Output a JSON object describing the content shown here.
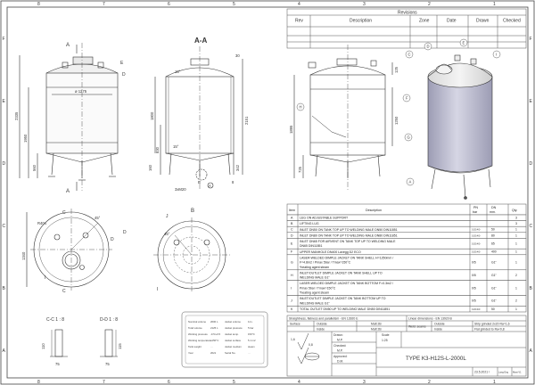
{
  "frame": {
    "columns": [
      "8",
      "7",
      "6",
      "5",
      "4",
      "3",
      "2",
      "1"
    ],
    "rows": [
      "F",
      "E",
      "D",
      "C",
      "B",
      "A"
    ]
  },
  "revisions": {
    "title": "Revisions",
    "headers": [
      "Rev",
      "Description",
      "Zone",
      "Date",
      "Drawn",
      "Checked"
    ]
  },
  "views": {
    "front": {
      "section_letter": "A",
      "diameter": "ø 1275",
      "dims": [
        "2335",
        "1950",
        "560"
      ],
      "callouts": [
        "E",
        "D"
      ]
    },
    "section": {
      "title": "A-A",
      "dims": [
        "1800",
        "2151",
        "830",
        "342",
        "30",
        "15°",
        "15°",
        "3xM20",
        "8",
        "160"
      ],
      "callouts": [
        "A",
        "B"
      ]
    },
    "side": {
      "dims": [
        "1895",
        "1250",
        "725",
        "125"
      ],
      "callouts": [
        "C",
        "D",
        "E",
        "F",
        "G",
        "H",
        "I",
        "A"
      ]
    },
    "plan": {
      "dims": [
        "1340",
        "R404",
        "45°"
      ],
      "callouts": [
        "C",
        "D",
        "D",
        "I",
        "C"
      ]
    },
    "detail_b": {
      "title": "B",
      "dims": [
        "45°"
      ],
      "callouts": [
        "J",
        "I"
      ]
    },
    "section_c": {
      "title": "C-C 1 : 8",
      "dims": [
        "110",
        "75"
      ]
    },
    "section_d": {
      "title": "D-D 1 : 8",
      "dims": [
        "115",
        "75"
      ]
    }
  },
  "nozzle_table": {
    "headers": [
      "Item",
      "Description",
      "PN bar",
      "DN mm.",
      "Qty."
    ],
    "rows": [
      {
        "item": "A",
        "desc": [
          "LEG ON ADJUSTABLE SUPPORT"
        ],
        "pn": "",
        "dn": "",
        "qty": "3"
      },
      {
        "item": "B",
        "desc": [
          "LIFTING LUG"
        ],
        "pn": "",
        "dn": "",
        "qty": "3"
      },
      {
        "item": "C",
        "desc": [
          "INLET DN50 ON TANK TOP UP TO WELDING MALE DN50 DIN11851"
        ],
        "pn": "0.2/0.4/0",
        "dn": "50",
        "qty": "1"
      },
      {
        "item": "D",
        "desc": [
          "INLET DN80 ON TANK TOP UP TO WELDING MALE DN80 DIN11851"
        ],
        "pn": "0.2/0.4/0",
        "dn": "80",
        "qty": "1"
      },
      {
        "item": "E",
        "desc": [
          "INLET DN65 FOR AIRVENT ON TANK TOP UP TO WELDING MALE",
          "DN65 DIN11851"
        ],
        "pn": "0.2/0.4/0",
        "dn": "65",
        "qty": "1"
      },
      {
        "item": "F",
        "desc": [
          "UPPER MANHOLE DN400 Lavegg D2 ECO"
        ],
        "pn": "0.2/0.4/0",
        "dn": "400",
        "qty": "1"
      },
      {
        "item": "G",
        "desc": [
          "LASER-WELDED DIMPLE JACKET ON TANK SHELL H=1250mm /",
          "F=4.8m2 / Pmax 5bar / Tmax=150°C",
          "*heating agent steam"
        ],
        "pn": "0/5",
        "dn": "G1\"",
        "qty": "1"
      },
      {
        "item": "H",
        "desc": [
          "INLET/OUTLET DIMPLE JACKET ON TANK SHELL UP TO",
          "WELDING MALE G1\""
        ],
        "pn": "0/5",
        "dn": "G1\"",
        "qty": "2"
      },
      {
        "item": "I",
        "desc": [
          "LASER-WELDED DIMPLE JACKET ON TANK BOTTOM F=0.3m2 /",
          "Pmax 5bar / Tmax=150°C",
          "*heating agent steam"
        ],
        "pn": "0/5",
        "dn": "G1\"",
        "qty": "1"
      },
      {
        "item": "J",
        "desc": [
          "INLET/OUTLET DIMPLE JACKET ON TANK BOTTOM UP TO",
          "WELDING MALE G1\""
        ],
        "pn": "0/5",
        "dn": "G1\"",
        "qty": "2"
      },
      {
        "item": "K",
        "desc": [
          "TOTAL OUTLET DN50 UP TO WELDING MALE DN50 DIN11851"
        ],
        "pn": "0.2/0.4/0",
        "dn": "50",
        "qty": "1"
      }
    ]
  },
  "title_block": {
    "tolerance_note": "Straightness, flatness and parallelism - EN 13920 E",
    "linear_note": "Linear dimensions - EN 13920 B",
    "surface_label": "Surface",
    "outside_label": "Outside",
    "inside_label": "Inside",
    "surface_out": "Matt 2B",
    "surface_in": "Matt 2B",
    "weld_label": "Weld. seams",
    "weld_out": "Strip grinded 2x20 Ra=1,6",
    "weld_in": "Flat grinded to Ra<0,8",
    "drawn_label": "Drawn:",
    "drawn_by": "M.P.",
    "checked_label": "Checked:",
    "checked_by": "M.P.",
    "approved_label": "Approved:",
    "approved_by": "D.M.",
    "scale_label": "Scale",
    "scale": "1:25",
    "type": "TYPE K3-H12S-L-2000L",
    "date": "23.5.2021 /",
    "lang_label": "Lang Eng",
    "master_label": "Mast V1",
    "roughness_a": "1,6",
    "roughness_b": "0,8"
  },
  "nameplate": {
    "lines_left": [
      "Nominal volume",
      "Total volume",
      "Working pressure",
      "Working temperature",
      "Tank weight",
      "Year"
    ],
    "values_left": [
      "2000 L",
      "2125 L",
      "-0.5/+0.5",
      "≤150°C",
      "…",
      "2021"
    ],
    "lines_right": [
      "Jacket volume",
      "Jacket pressure",
      "Jacket temp.",
      "Jacket surface",
      "Jacket medium",
      "Serial No."
    ],
    "values_right": [
      "11 L",
      "5 bar",
      "150°C",
      "5.1 m2",
      "steam",
      "…"
    ]
  },
  "colors": {
    "line": "#333333",
    "shell": "#b9b9cc",
    "shell_light": "#e6e6ef",
    "table_border": "#555555"
  }
}
